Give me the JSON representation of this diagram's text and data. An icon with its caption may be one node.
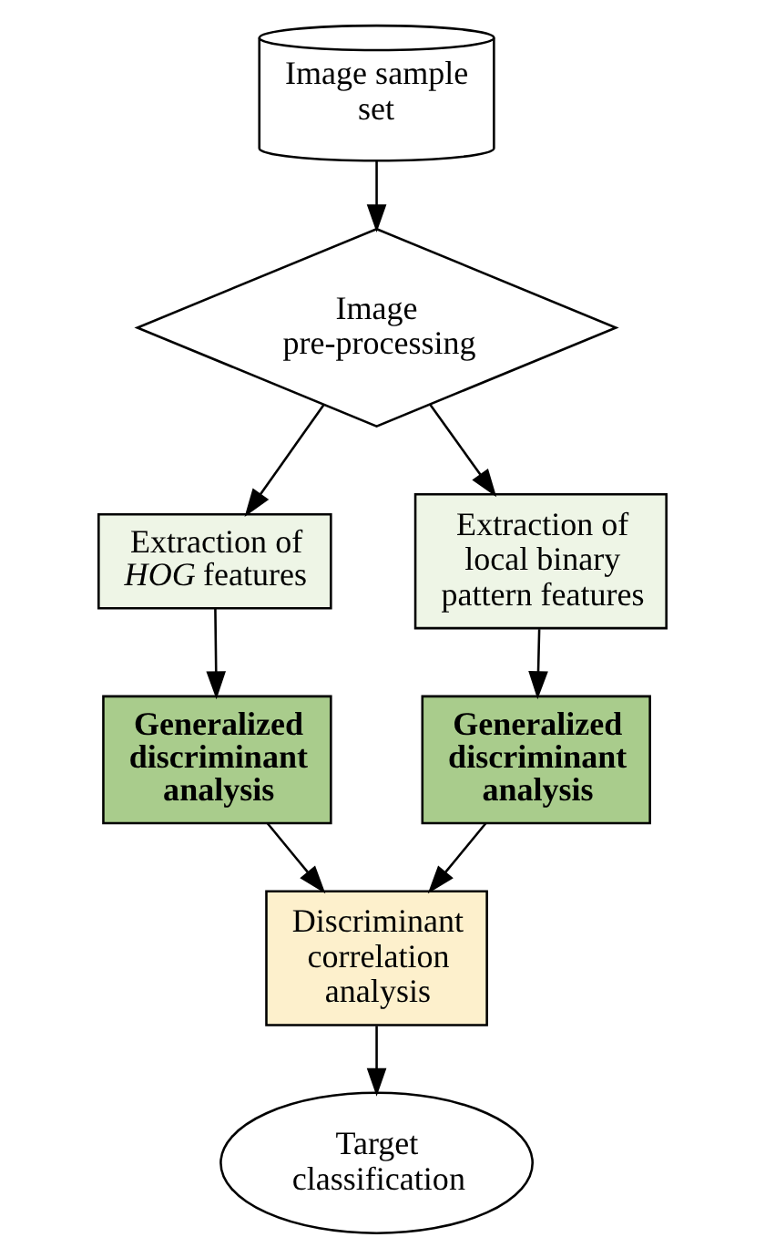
{
  "diagram": {
    "nodes": [
      {
        "text": [
          "Image sample set"
        ]
      },
      {
        "text": [
          "Image pre-processing"
        ]
      },
      {
        "text": [
          "Extraction of *HOG* features"
        ]
      },
      {
        "text": [
          "Extraction of local binary pattern features"
        ]
      },
      {
        "text": [
          "Generalized discriminant analysis"
        ]
      },
      {
        "text": [
          "Generalized discriminant analysis"
        ]
      },
      {
        "text": [
          "Discriminant correlation analysis"
        ]
      },
      {
        "text": [
          "Target classification"
        ]
      }
    ],
    "edges": [
      {
        "from": 0,
        "to": 1,
        "arrow": "to"
      },
      {
        "from": 1,
        "to": 2,
        "arrow": "to"
      },
      {
        "from": 1,
        "to": 3,
        "arrow": "to"
      },
      {
        "from": 2,
        "to": 4,
        "arrow": "to"
      },
      {
        "from": 3,
        "to": 5,
        "arrow": "to"
      },
      {
        "from": 4,
        "to": 6,
        "arrow": "to"
      },
      {
        "from": 5,
        "to": 6,
        "arrow": "to"
      },
      {
        "from": 6,
        "to": 7,
        "arrow": "to"
      }
    ]
  }
}
